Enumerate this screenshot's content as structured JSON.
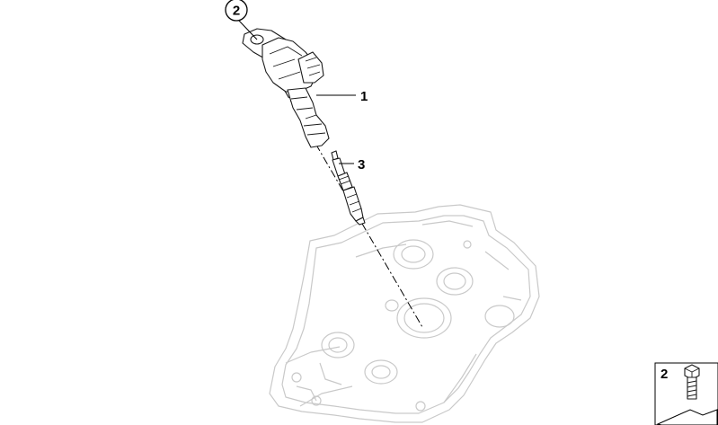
{
  "callouts": [
    {
      "label": "2",
      "part": "screw"
    },
    {
      "label": "1",
      "part": "ignition-coil"
    },
    {
      "label": "3",
      "part": "spark-plug"
    }
  ],
  "legend": {
    "label": "2"
  }
}
